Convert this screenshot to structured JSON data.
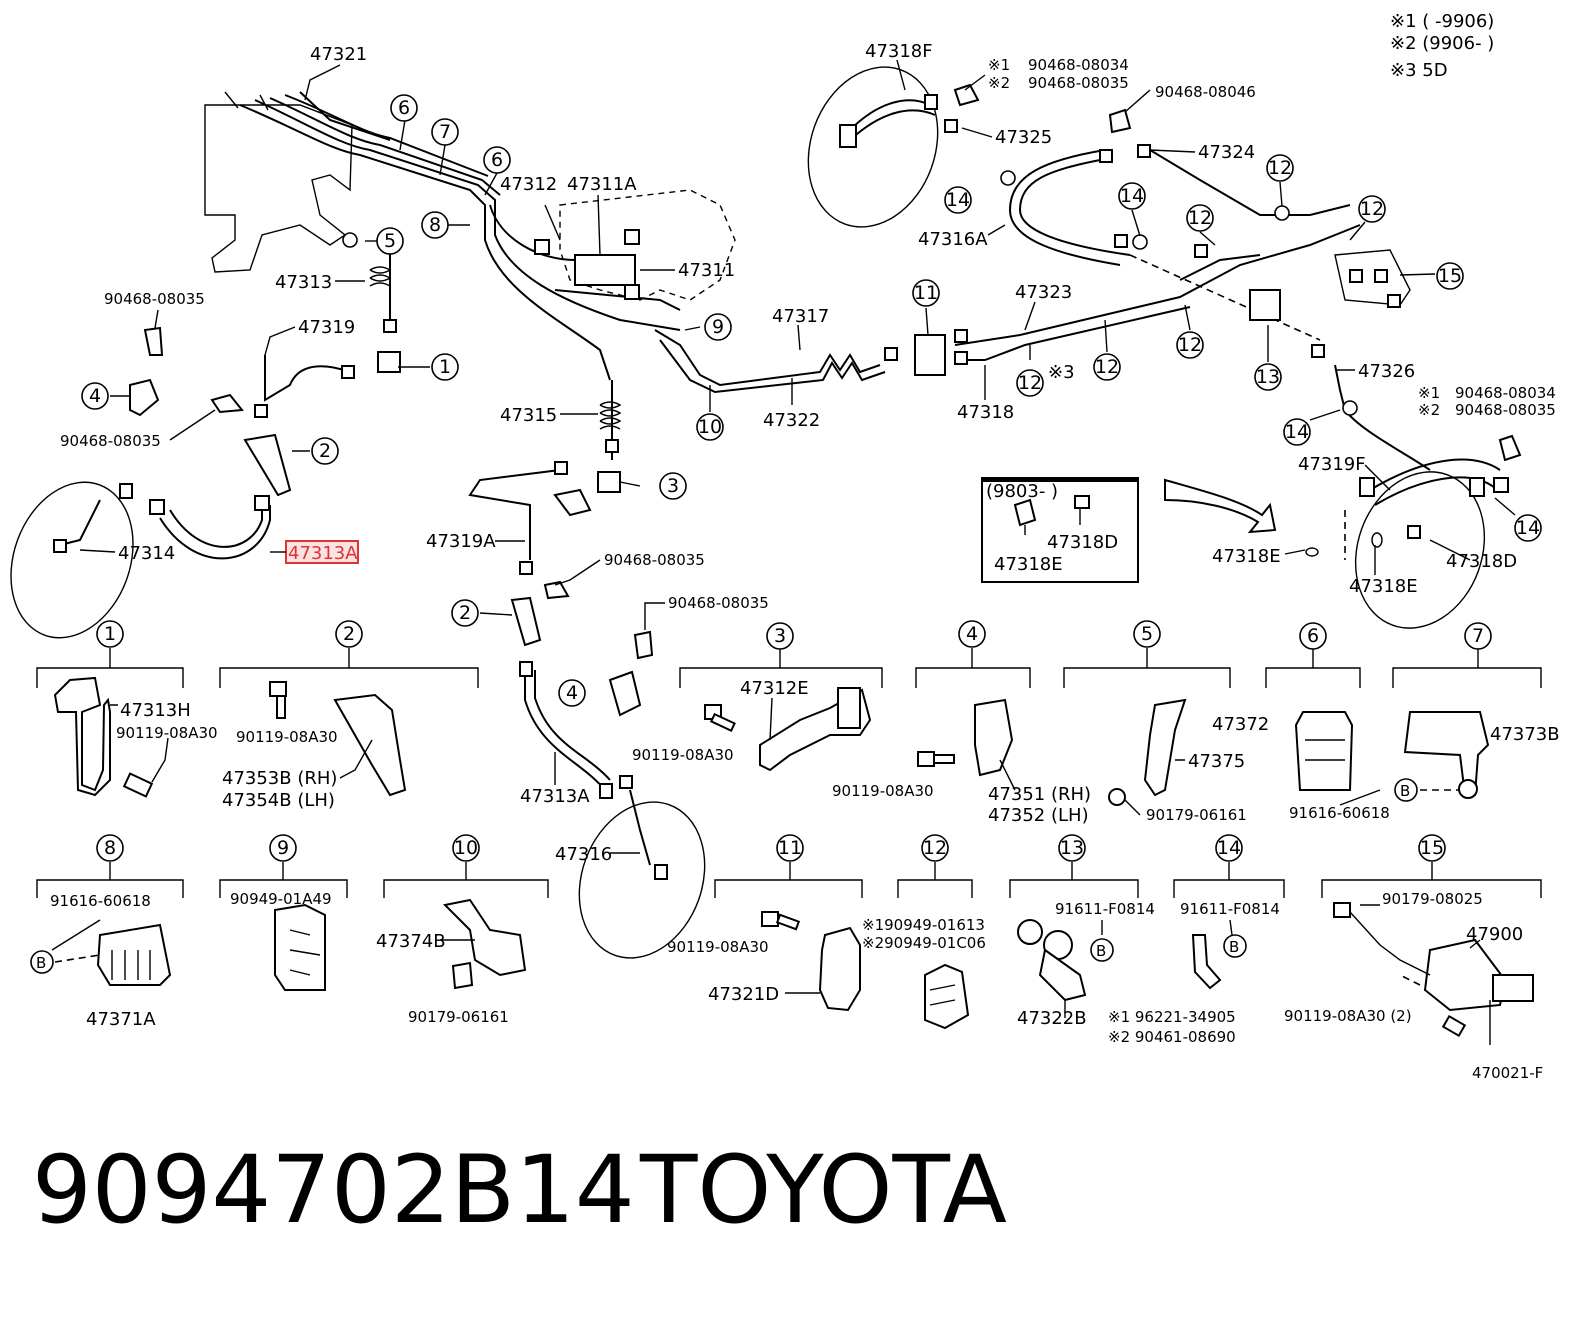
{
  "notes": {
    "n1": "※1 (      -9906)",
    "n2": "※2 (9906-      )",
    "n3": "※3 5D"
  },
  "labels": {
    "l47321": "47321",
    "l47318F": "47318F",
    "l90468_08034_top": "90468-08034",
    "l90468_08035_top": "90468-08035",
    "l90468_08046": "90468-08046",
    "l47325": "47325",
    "l47324": "47324",
    "l47312": "47312",
    "l47311A": "47311A",
    "l47311": "47311",
    "l47316A": "47316A",
    "l47313": "47313",
    "l90468_08035_a": "90468-08035",
    "l47319": "47319",
    "l90468_08035_b": "90468-08035",
    "l47314": "47314",
    "l47313A_hl": "47313A",
    "l47317": "47317",
    "l47323": "47323",
    "l47322": "47322",
    "l47318": "47318",
    "l47315": "47315",
    "l47326": "47326",
    "l90468_08034_r": "90468-08034",
    "l90468_08035_r": "90468-08035",
    "l47319F": "47319F",
    "l9803": "(9803-      )",
    "l47318D_box": "47318D",
    "l47318E_box": "47318E",
    "l47318E": "47318E",
    "l47318D": "47318D",
    "l47318E_2": "47318E",
    "l47319A": "47319A",
    "l90468_08035_c": "90468-08035",
    "l90468_08035_d": "90468-08035",
    "l47313A": "47313A",
    "l47316": "47316",
    "star3": "※3",
    "mark1": "※1",
    "mark2": "※2"
  },
  "details": {
    "d1a": "47313H",
    "d1b": "90119-08A30",
    "d2a": "90119-08A30",
    "d2b": "47353B (RH)",
    "d2c": "47354B (LH)",
    "d3a": "47312E",
    "d3b": "90119-08A30",
    "d4a": "90119-08A30",
    "d4b": "47351 (RH)",
    "d4c": "47352 (LH)",
    "d5a": "47375",
    "d5b": "90179-06161",
    "d6a": "47372",
    "d6b": "91616-60618",
    "d7a": "47373B",
    "d8a": "91616-60618",
    "d8b": "47371A",
    "d9a": "90949-01A49",
    "d10a": "47374B",
    "d10b": "90179-06161",
    "d11a": "90119-08A30",
    "d11b": "47321D",
    "d12a": "※190949-01613",
    "d12b": "※290949-01C06",
    "d13a": "91611-F0814",
    "d13b": "47322B",
    "d14a": "91611-F0814",
    "d14b": "※1 96221-34905",
    "d14c": "※2 90461-08690",
    "d15a": "90179-08025",
    "d15b": "47900",
    "d15c": "90119-08A30 (2)",
    "code": "470021-F",
    "b": "B"
  },
  "footer": {
    "part_number": "9094702B14",
    "brand": "TOYOTA"
  },
  "colors": {
    "highlight": "#d33"
  }
}
